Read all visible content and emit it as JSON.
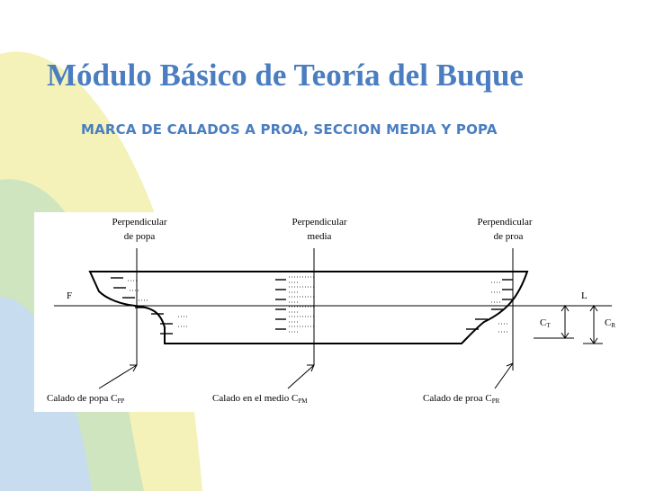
{
  "slide": {
    "title": "Módulo Básico de Teoría del Buque",
    "subtitle": "MARCA DE CALADOS A PROA, SECCION MEDIA Y POPA",
    "colors": {
      "title": "#4a7ec0",
      "decor_yellow": "#f4f2b8",
      "decor_green": "#cfe5c0",
      "decor_blue": "#c7dcef"
    }
  },
  "diagram": {
    "headers": {
      "aft": [
        "Perpendicular",
        "de popa"
      ],
      "mid": [
        "Perpendicular",
        "media"
      ],
      "fwd": [
        "Perpendicular",
        "de proa"
      ]
    },
    "point_f": "F",
    "point_l": "L",
    "ct": {
      "base": "C",
      "sub": "T"
    },
    "cr": {
      "base": "C",
      "sub": "R"
    },
    "bottom": {
      "aft": {
        "base": "Calado de popa C",
        "sub": "PP"
      },
      "mid": {
        "base": "Calado en el medio C",
        "sub": "PM"
      },
      "fwd": {
        "base": "Calado de proa C",
        "sub": "PR"
      }
    }
  }
}
